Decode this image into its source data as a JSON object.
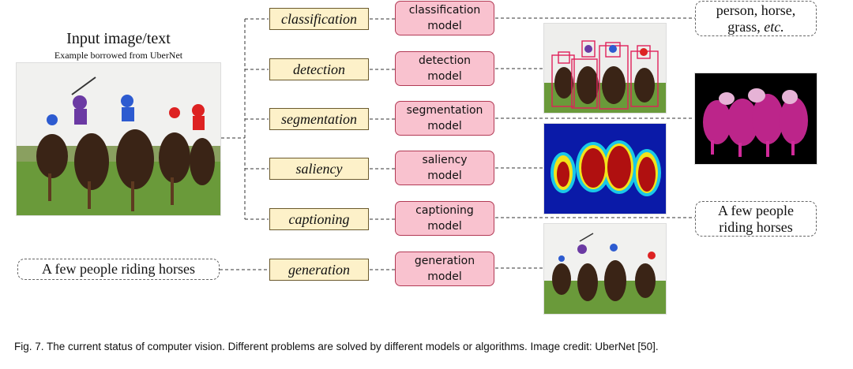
{
  "input": {
    "title": "Input image/text",
    "subtitle": "Example borrowed from UberNet",
    "text_input": "A few people riding horses"
  },
  "tasks": [
    {
      "task": "classification",
      "model_line1": "classification",
      "model_line2": "model"
    },
    {
      "task": "detection",
      "model_line1": "detection",
      "model_line2": "model"
    },
    {
      "task": "segmentation",
      "model_line1": "segmentation",
      "model_line2": "model"
    },
    {
      "task": "saliency",
      "model_line1": "saliency",
      "model_line2": "model"
    },
    {
      "task": "captioning",
      "model_line1": "captioning",
      "model_line2": "model"
    },
    {
      "task": "generation",
      "model_line1": "generation",
      "model_line2": "model"
    }
  ],
  "outputs": {
    "classification_line1": "person, horse,",
    "classification_line2_prefix": "grass,",
    "classification_line2_etc": "etc.",
    "captioning_line1": "A few people",
    "captioning_line2": "riding horses"
  },
  "figure_caption": "Fig. 7. The current status of computer vision. Different problems are solved by different models or algorithms. Image credit: UberNet [50].",
  "colors": {
    "task_fill": "#fdf1c9",
    "model_fill": "#f9c2cf",
    "model_border": "#b23a55",
    "segmentation_magenta": "#d12a9a",
    "saliency_blue": "#0a1aa8",
    "saliency_red": "#b01010"
  }
}
